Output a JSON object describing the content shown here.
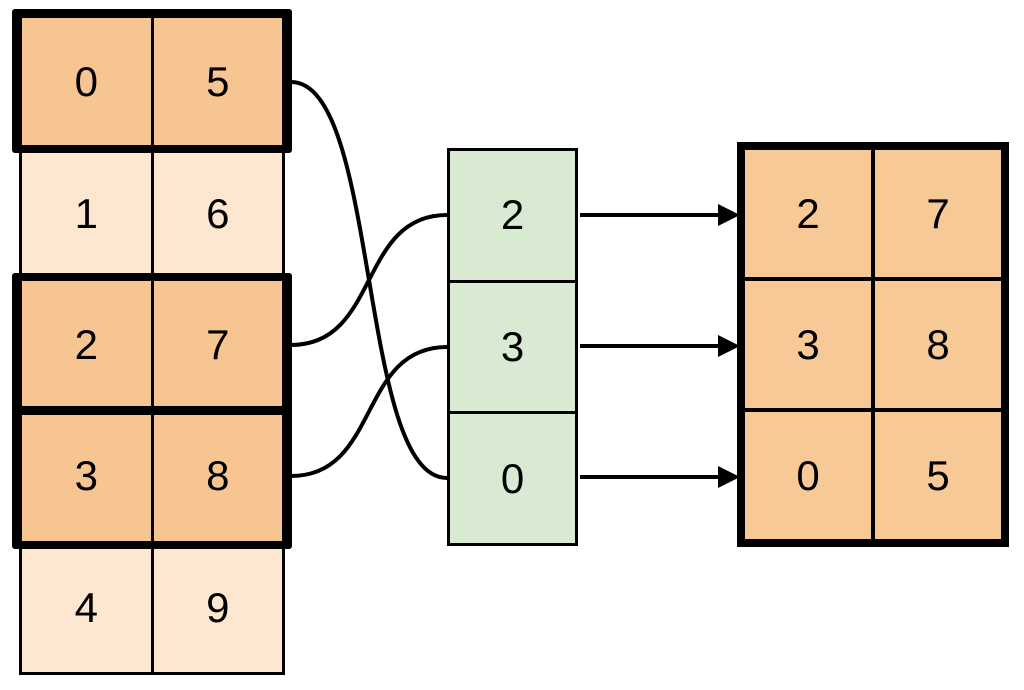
{
  "diagram": {
    "description": "row-selection (take / fancy indexing) diagram",
    "source_table": {
      "rows": [
        {
          "highlighted": true,
          "cells": [
            "0",
            "5"
          ]
        },
        {
          "highlighted": false,
          "cells": [
            "1",
            "6"
          ]
        },
        {
          "highlighted": true,
          "cells": [
            "2",
            "7"
          ]
        },
        {
          "highlighted": true,
          "cells": [
            "3",
            "8"
          ]
        },
        {
          "highlighted": false,
          "cells": [
            "4",
            "9"
          ]
        }
      ]
    },
    "index_column": {
      "values": [
        "2",
        "3",
        "0"
      ]
    },
    "result_table": {
      "rows": [
        [
          "2",
          "7"
        ],
        [
          "3",
          "8"
        ],
        [
          "0",
          "5"
        ]
      ]
    },
    "connections": {
      "curves_source_to_index": [
        {
          "from_source_row": 2,
          "to_index_position": 0
        },
        {
          "from_source_row": 3,
          "to_index_position": 1
        },
        {
          "from_source_row": 0,
          "to_index_position": 2
        }
      ],
      "arrows_index_to_result": [
        {
          "from_index_position": 0,
          "to_result_row": 0
        },
        {
          "from_index_position": 1,
          "to_result_row": 1
        },
        {
          "from_index_position": 2,
          "to_result_row": 2
        }
      ]
    },
    "colors": {
      "highlight_fill": "#f6c592",
      "plain_fill": "#fde7d1",
      "index_fill": "#d9ead3",
      "result_fill": "#f7c996",
      "line": "#000000",
      "background": "#ffffff"
    }
  }
}
